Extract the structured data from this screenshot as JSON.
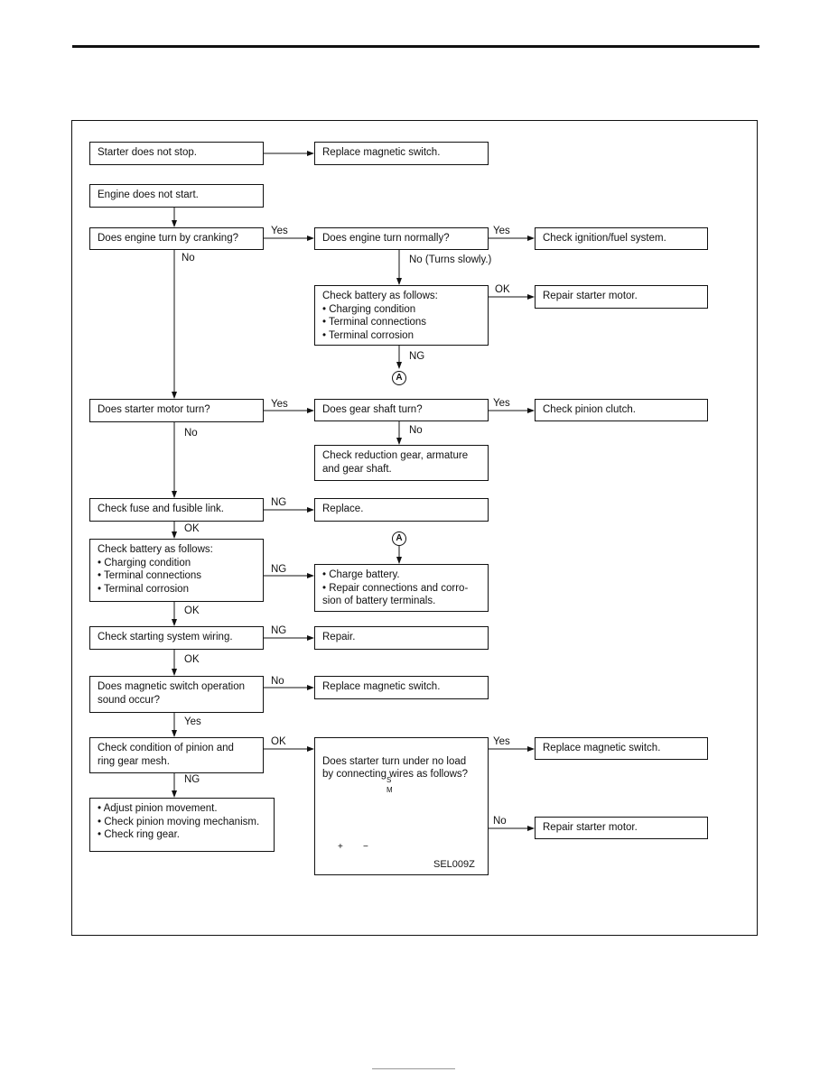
{
  "nodes": {
    "n_starter_stop": "Starter does not stop.",
    "n_replace_ms_1": "Replace magnetic switch.",
    "n_engine_not_start": "Engine does not start.",
    "n_turn_cranking": "Does engine turn by cranking?",
    "n_turn_normally": "Does engine turn normally?",
    "n_check_ign": "Check ignition/fuel system.",
    "n_check_battery_1": "Check battery as follows:\n• Charging condition\n• Terminal connections\n• Terminal corrosion",
    "n_repair_starter_1": "Repair starter motor.",
    "n_starter_motor_turn": "Does starter motor turn?",
    "n_gear_shaft_turn": "Does gear shaft turn?",
    "n_check_pinion_clutch": "Check pinion clutch.",
    "n_check_reduction": "Check reduction gear, armature\nand gear shaft.",
    "n_check_fuse": "Check fuse and fusible link.",
    "n_replace": "Replace.",
    "n_check_battery_2": "Check battery as follows:\n• Charging condition\n• Terminal connections\n• Terminal corrosion",
    "n_charge_battery": "• Charge battery.\n• Repair connections and corro-\n   sion of battery terminals.",
    "n_check_wiring": "Check starting system wiring.",
    "n_repair": "Repair.",
    "n_ms_sound": "Does magnetic switch operation\nsound occur?",
    "n_replace_ms_2": "Replace magnetic switch.",
    "n_pinion_mesh": "Check condition of pinion and\nring gear mesh.",
    "n_no_load": "Does starter turn under no load\nby connecting wires as follows?",
    "n_replace_ms_3": "Replace magnetic switch.",
    "n_repair_starter_2": "Repair starter motor.",
    "n_adjust_pinion": "• Adjust pinion movement.\n• Check pinion moving mechanism.\n• Check ring gear."
  },
  "labels": {
    "yes_1": "Yes",
    "no_1": "No",
    "yes_2": "Yes",
    "no_turns_slowly": "No  (Turns slowly.)",
    "ok_1": "OK",
    "ng_1": "NG",
    "yes_3": "Yes",
    "no_2": "No",
    "yes_4": "Yes",
    "no_3": "No",
    "ng_2": "NG",
    "ok_2": "OK",
    "ng_3": "NG",
    "ok_3": "OK",
    "ng_4": "NG",
    "ok_4": "OK",
    "no_4": "No",
    "yes_5": "Yes",
    "ok_5": "OK",
    "ng_5": "NG",
    "yes_6": "Yes",
    "no_5": "No"
  },
  "markers": {
    "a1": "A",
    "a2": "A"
  },
  "figure": {
    "code": "SEL009Z",
    "terminal_s": "S",
    "terminal_m": "M",
    "plus": "+",
    "minus": "−"
  }
}
